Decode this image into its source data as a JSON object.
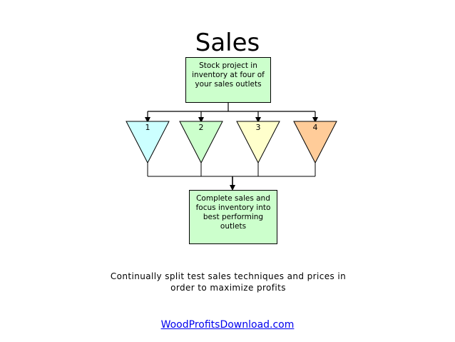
{
  "title": "Sales",
  "top_box": {
    "text": "Stock project in inventory at four of your sales outlets",
    "fill": "#ccffcc"
  },
  "outlets": [
    {
      "label": "1",
      "fill": "#ccffff"
    },
    {
      "label": "2",
      "fill": "#ccffcc"
    },
    {
      "label": "3",
      "fill": "#ffffcc"
    },
    {
      "label": "4",
      "fill": "#ffcc99"
    }
  ],
  "bottom_box": {
    "text": "Complete sales and focus inventory into best performing outlets",
    "fill": "#ccffcc"
  },
  "caption": "Continually split test sales techniques and prices in order to maximize profits",
  "link": {
    "text": "WoodProfitsDownload.com",
    "color": "#0000ee"
  }
}
